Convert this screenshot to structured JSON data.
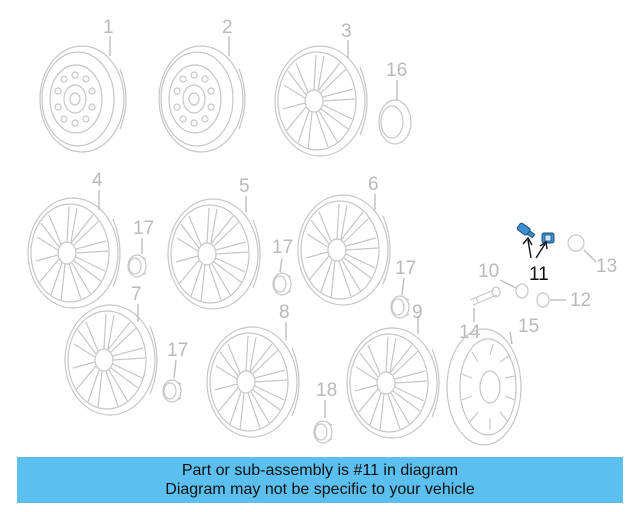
{
  "callouts": {
    "c1": "1",
    "c2": "2",
    "c3": "3",
    "c4": "4",
    "c5": "5",
    "c6": "6",
    "c7": "7",
    "c8": "8",
    "c9": "9",
    "c10": "10",
    "c11": "11",
    "c12": "12",
    "c13": "13",
    "c14": "14",
    "c15": "15",
    "c16": "16",
    "c17a": "17",
    "c17b": "17",
    "c17c": "17",
    "c17d": "17",
    "c18": "18"
  },
  "highlighted_part": "11",
  "colors": {
    "highlight": "#3d8fd0",
    "banner": "#5bbff0",
    "line_art": "#c6c6c6"
  },
  "caption": {
    "line1": "Part or sub-assembly is #11 in diagram",
    "line2": "Diagram may not be specific to your vehicle"
  }
}
